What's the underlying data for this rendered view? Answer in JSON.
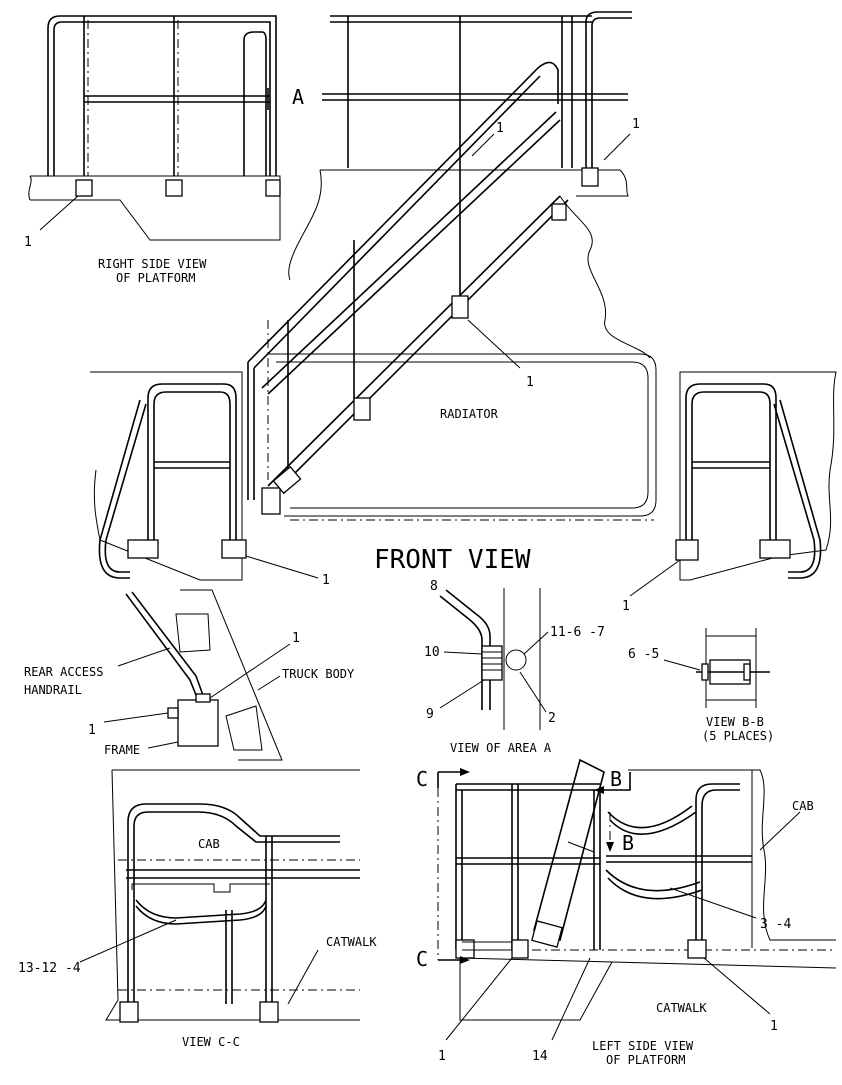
{
  "labels": {
    "arrow_a": "A",
    "right_side_view": [
      "RIGHT SIDE VIEW",
      "OF PLATFORM"
    ],
    "radiator": "RADIATOR",
    "front_view": "FRONT VIEW",
    "rear_access_handrail": [
      "REAR ACCESS",
      "HANDRAIL"
    ],
    "frame": "FRAME",
    "truck_body": "TRUCK BODY",
    "view_of_area_a": "VIEW OF AREA A",
    "view_b_b": [
      "VIEW B-B",
      "(5 PLACES)"
    ],
    "cab_cc": "CAB",
    "catwalk_cc": "CATWALK",
    "view_c_c": "VIEW C-C",
    "cab_left": "CAB",
    "catwalk_left": "CATWALK",
    "left_side_view": [
      "LEFT SIDE VIEW",
      "OF PLATFORM"
    ],
    "section_c": "C",
    "section_b": "B"
  },
  "callouts": {
    "c1": "1",
    "c8": "8",
    "c11_6_7": "11-6 -7",
    "c10": "10",
    "c9": "9",
    "c2": "2",
    "c6_5": "6 -5",
    "c13_12_4": "13-12 -4",
    "c3_4": "3 -4",
    "c14": "14"
  }
}
